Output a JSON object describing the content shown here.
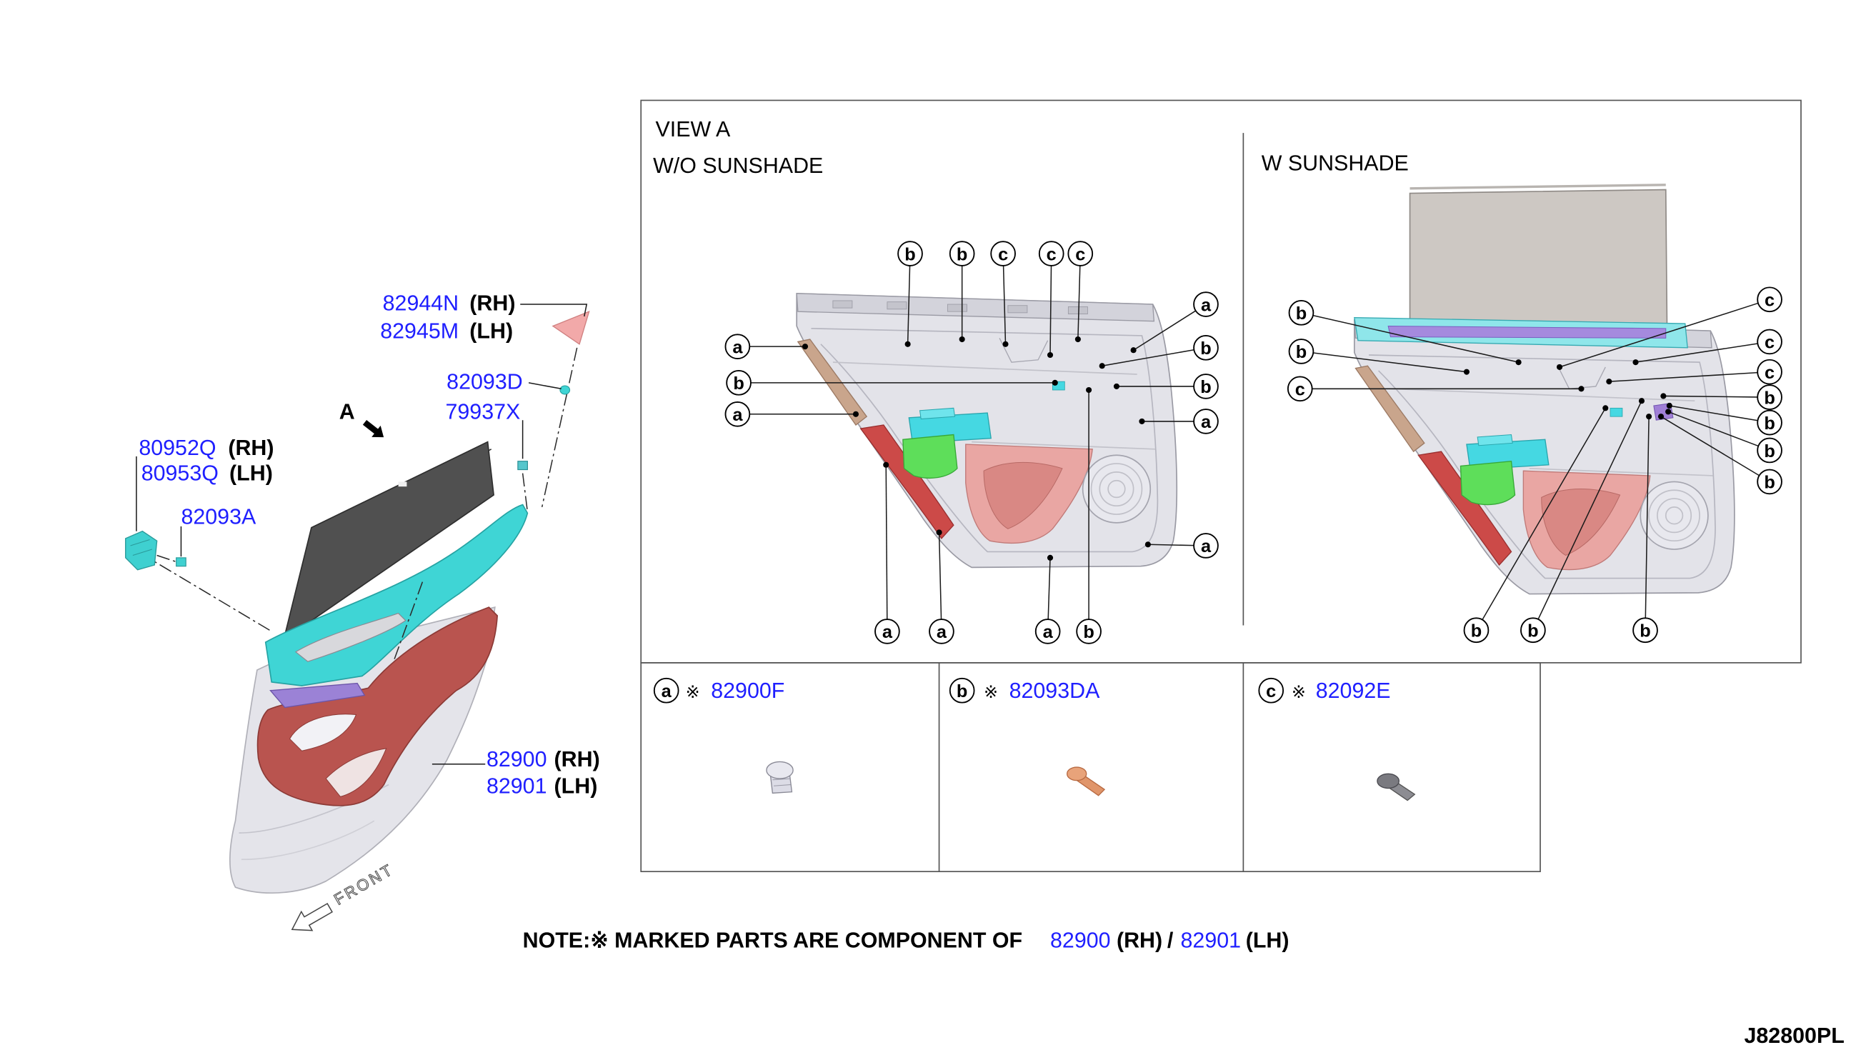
{
  "part_labels": {
    "p82944N": {
      "number": "82944N",
      "side": "(RH)"
    },
    "p82945M": {
      "number": "82945M",
      "side": "(LH)"
    },
    "p82093D": {
      "number": "82093D"
    },
    "p79937X": {
      "number": "79937X"
    },
    "p80952Q": {
      "number": "80952Q",
      "side": "(RH)"
    },
    "p80953Q": {
      "number": "80953Q",
      "side": "(LH)"
    },
    "p82093A": {
      "number": "82093A"
    },
    "p82900": {
      "number": "82900",
      "side": "(RH)"
    },
    "p82901": {
      "number": "82901",
      "side": "(LH)"
    }
  },
  "view_marker": "A",
  "front_marker": "FRONT",
  "view_a": {
    "title": "VIEW A",
    "without_sunshade": {
      "heading": "W/O SUNSHADE",
      "callouts": [
        "b",
        "b",
        "c",
        "c",
        "c",
        "a",
        "b",
        "a",
        "a",
        "b",
        "b",
        "a",
        "a",
        "a",
        "a",
        "a",
        "b"
      ]
    },
    "with_sunshade": {
      "heading": "W SUNSHADE",
      "callouts": [
        "b",
        "b",
        "c",
        "c",
        "c",
        "c",
        "b",
        "b",
        "b",
        "b",
        "b",
        "b",
        "b"
      ]
    }
  },
  "legend": [
    {
      "letter": "a",
      "mark": "※",
      "number": "82900F"
    },
    {
      "letter": "b",
      "mark": "※",
      "number": "82093DA"
    },
    {
      "letter": "c",
      "mark": "※",
      "number": "82092E"
    }
  ],
  "note": {
    "text": "NOTE:※ MARKED PARTS ARE COMPONENT OF",
    "number_rh": "82900",
    "rh": "(RH)",
    "separator": "/",
    "number_lh": "82901",
    "lh": "(LH)"
  },
  "diagram_code": "J82800PL",
  "colors": {
    "part_number": "#1f1fff",
    "text": "#000000",
    "cyan": "#3fd5d5",
    "red": "#b9544f",
    "purple": "#9b82d6",
    "dark_gray": "#505050",
    "green": "#5ede5a",
    "pink": "#e9a6a3",
    "orange": "#e0956a"
  }
}
